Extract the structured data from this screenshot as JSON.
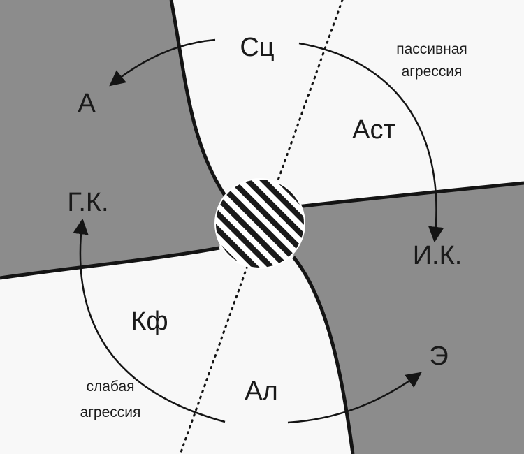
{
  "colors": {
    "background": "#f8f8f8",
    "shaded_region": "#8c8c8c",
    "boundary": "#141414",
    "text": "#1a1a1a"
  },
  "icons": {
    "center_marker": "striped-circle-icon"
  },
  "labels": {
    "sc": "Сц",
    "a": "А",
    "ast": "Аст",
    "gk": "Г.К.",
    "ik": "И.К.",
    "kf": "Кф",
    "al": "Ал",
    "e": "Э",
    "passive_line1": "пассивная",
    "passive_line2": "агрессия",
    "weak_line1": "слабая",
    "weak_line2": "агрессия"
  }
}
